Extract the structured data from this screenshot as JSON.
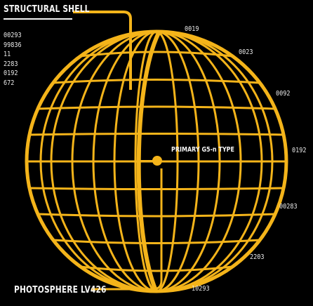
{
  "labels": {
    "structural_shell": "STRUCTURAL SHELL",
    "photosphere": "PHOTOSPHERE LV426",
    "primary_type": "PRIMARY G5-n TYPE"
  },
  "left_readouts": [
    "00293",
    "99836",
    "11",
    "2283",
    "0192",
    "672"
  ],
  "rim_readouts": [
    "0019",
    "0023",
    "0092",
    "0192",
    "00283",
    "2203",
    "10293"
  ],
  "colors": {
    "background": "#000000",
    "accent": "#F4B41A",
    "text": "#F4F4F4"
  }
}
